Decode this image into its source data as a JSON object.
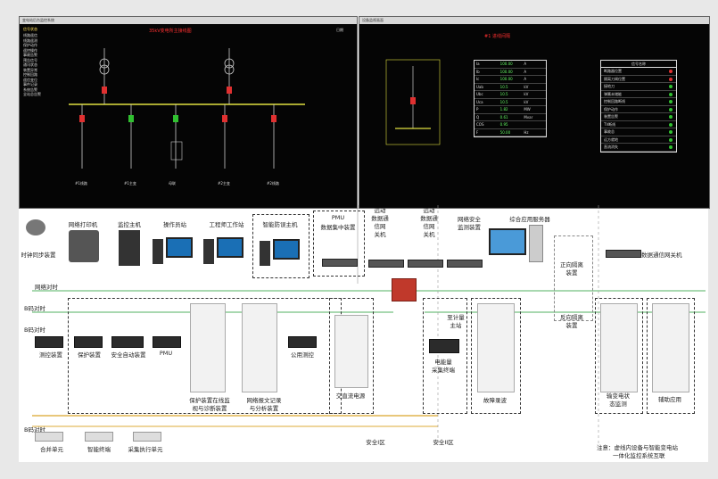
{
  "screens": {
    "left": {
      "bar_text": "变电站后台监控系统",
      "title": "35kV变电所主接线图",
      "legend_header": "信号状态",
      "legend_items": [
        "线路遥信",
        "线路遥测",
        "保护动作",
        "遥控操作",
        "事故告警",
        "预告信号",
        "通讯状态",
        "装置异常",
        "控制回路",
        "遥信变位",
        "事件记录",
        "系统告警",
        "全站总告警"
      ],
      "top_right": "日期",
      "bottom_labels": [
        "#1线路",
        "#1主变",
        "母联",
        "#2主变",
        "#2线路"
      ]
    },
    "right": {
      "bar_text": "设备监视画面",
      "title": "#1 进线间隔",
      "table1_rows": [
        [
          "Ia",
          "100.00",
          "A"
        ],
        [
          "Ib",
          "100.00",
          "A"
        ],
        [
          "Ic",
          "100.00",
          "A"
        ],
        [
          "Uab",
          "10.5",
          "kV"
        ],
        [
          "Ubc",
          "10.5",
          "kV"
        ],
        [
          "Uca",
          "10.5",
          "kV"
        ],
        [
          "P",
          "1.82",
          "MW"
        ],
        [
          "Q",
          "0.61",
          "Mvar"
        ],
        [
          "COS",
          "0.95",
          ""
        ],
        [
          "F",
          "50.00",
          "Hz"
        ]
      ],
      "table2_header": "信号名称",
      "table2_rows": [
        "断路器位置",
        "隔离刀闸位置",
        "接地刀",
        "弹簧未储能",
        "控制回路断线",
        "保护动作",
        "装置告警",
        "TV断线",
        "事故总",
        "远方就地",
        "直流消失"
      ]
    }
  },
  "labels": {
    "sntp": "时钟同步装置",
    "printer": "网络打印机",
    "monitor_host": "监控主机",
    "operator": "操作员站",
    "engineer": "工程师工作站",
    "smart_alarm": "智能防误主机",
    "pmu_concentrator": [
      "PMU",
      "数据集中装置"
    ],
    "gateway1": [
      "远动",
      "数据通",
      "信网",
      "关机"
    ],
    "gateway2": [
      "远动",
      "数据通",
      "信网",
      "关机"
    ],
    "net_security": [
      "网络安全",
      "监测装置"
    ],
    "integrated_server": "综合应用服务器",
    "forward_isolation": [
      "正向隔离",
      "装置"
    ],
    "reverse_isolation": [
      "反向隔离",
      "装置"
    ],
    "data_gateway_3": "数据通信网关机",
    "net_a": "网络对时",
    "b_sync": "B码对时",
    "b_sync2": "B码对时",
    "b_sync3": "B码对时",
    "measure_ctrl": "测控装置",
    "protection": "保护装置",
    "auto_device": "安全自动装置",
    "pmu": "PMU",
    "protection_online": [
      "保护装置在线监",
      "视与诊断装置"
    ],
    "record": [
      "网络报文记录",
      "与分析装置"
    ],
    "public_measure": "公用测控",
    "ac_dc": "交直流电源",
    "energy": [
      "电能量",
      "采集终端"
    ],
    "meter_station": [
      "至计量",
      "主站"
    ],
    "fault_record": "故障录波",
    "online_monitor": [
      "输变电状",
      "态监测"
    ],
    "aux": "辅助应用",
    "merge_unit": "合并单元",
    "smart_terminal": "智能终端",
    "collect_exec": "采集执行单元",
    "zone1": "安全I区",
    "zone2": "安全II区",
    "note": [
      "注意：虚线内设备与智能变电站",
      "一体化监控系统互联"
    ]
  },
  "colors": {
    "net_green": "#a8d8b0",
    "bus_yellow": "#e8c77a",
    "firewall": "#c0392b",
    "monitor": "#1a6fb5"
  }
}
